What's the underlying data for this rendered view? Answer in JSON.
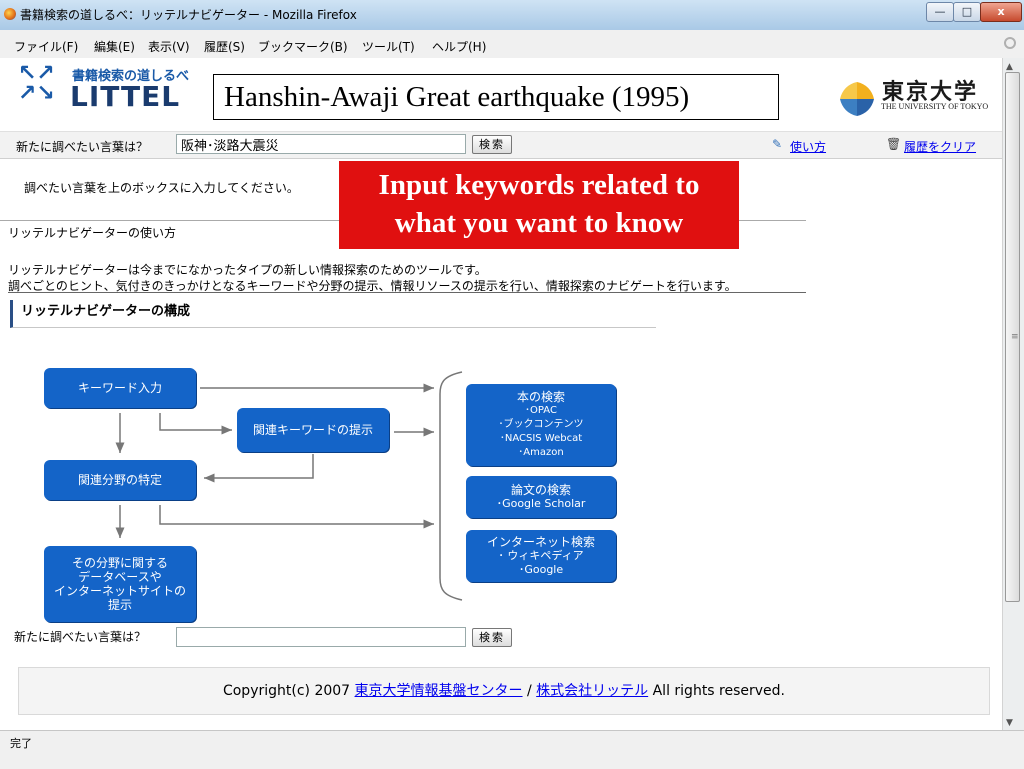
{
  "window": {
    "title": "書籍検索の道しるべ：リッテルナビゲーター - Mozilla Firefox",
    "minimize": "—",
    "maximize": "□",
    "close": "x"
  },
  "menu": [
    "ファイル(F)",
    "編集(E)",
    "表示(V)",
    "履歴(S)",
    "ブックマーク(B)",
    "ツール(T)",
    "ヘルプ(H)"
  ],
  "logo": {
    "kanji": "書籍検索の道しるべ",
    "word": "LITTEL"
  },
  "callout_title": "Hanshin-Awaji Great earthquake (1995)",
  "university": {
    "name_jp": "東京大学",
    "name_en": "THE UNIVERSITY OF TOKYO"
  },
  "search_top": {
    "label": "新たに調べたい言葉は？",
    "value": "阪神･淡路大震災",
    "button": "検索"
  },
  "help_link": "使い方",
  "clear_history_link": "履歴をクリア",
  "instruction": "調べたい言葉を上のボックスに入力してください。",
  "callout_red": [
    "Input keywords related to",
    "what you want to know"
  ],
  "how_to_heading": "リッテルナビゲーターの使い方",
  "description": [
    "リッテルナビゲーターは今までになかったタイプの新しい情報探索のためのツールです。",
    "調べごとのヒント、気付きのきっかけとなるキーワードや分野の提示、情報リソースの提示を行い、情報探索のナビゲートを行います。"
  ],
  "section_heading": "リッテルナビゲーターの構成",
  "diagram": {
    "keyword_input": "キーワード入力",
    "related_keywords": "関連キーワードの提示",
    "field_identify": "関連分野の特定",
    "database_sites": [
      "その分野に関する",
      "データベースや",
      "インターネットサイトの",
      "提示"
    ],
    "books": [
      "本の検索",
      "･OPAC",
      "･ブックコンテンツ",
      "･NACSIS Webcat",
      "･Amazon"
    ],
    "papers": [
      "論文の検索",
      "･Google Scholar"
    ],
    "internet": [
      "インターネット検索",
      "･ ウィキペディア",
      "･Google"
    ]
  },
  "search_bottom": {
    "label": "新たに調べたい言葉は？",
    "value": "",
    "button": "検索"
  },
  "footer": {
    "prefix": "Copyright(c) 2007 ",
    "link1": "東京大学情報基盤センター",
    "sep": " / ",
    "link2": "株式会社リッテル",
    "suffix": " All rights reserved."
  },
  "status": "完了"
}
